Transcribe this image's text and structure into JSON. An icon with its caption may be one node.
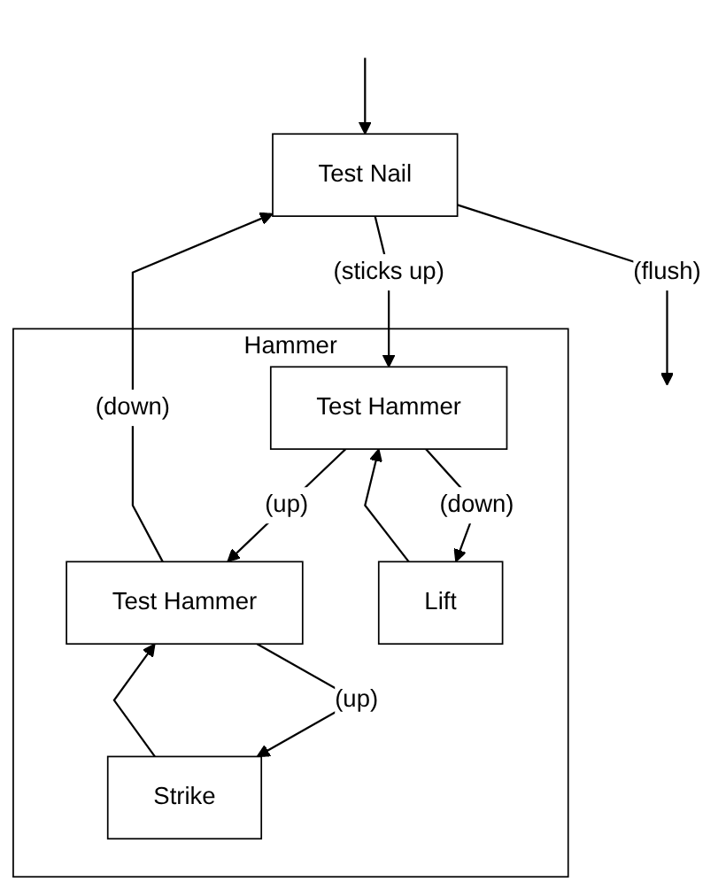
{
  "diagram": {
    "nodes": [
      {
        "text": [
          "Test Nail"
        ]
      },
      {
        "text": [
          "Hammer"
        ]
      },
      {
        "text": [
          "Test Hammer"
        ],
        "in": 1
      },
      {
        "text": [
          "Test Hammer"
        ],
        "in": 1
      },
      {
        "text": [
          "Lift"
        ],
        "in": 1
      },
      {
        "text": [
          "Strike"
        ],
        "in": 1
      }
    ],
    "edges": [
      {
        "from": null,
        "to": 0,
        "arrow": "to"
      },
      {
        "from": 0,
        "to": null,
        "arrow": "to",
        "label": "(flush)"
      },
      {
        "from": 0,
        "to": 2,
        "arrow": "to",
        "label": "(sticks up)"
      },
      {
        "from": 2,
        "to": 3,
        "arrow": "to",
        "label": "(up)"
      },
      {
        "from": 3,
        "to": 0,
        "arrow": "to",
        "label": "(down)"
      },
      {
        "from": 2,
        "to": 4,
        "arrow": "to",
        "label": "(down)"
      },
      {
        "from": 4,
        "to": 2,
        "arrow": "to"
      },
      {
        "from": 3,
        "to": 5,
        "arrow": "to",
        "label": "(up)"
      },
      {
        "from": 5,
        "to": 3,
        "arrow": "to"
      }
    ]
  }
}
